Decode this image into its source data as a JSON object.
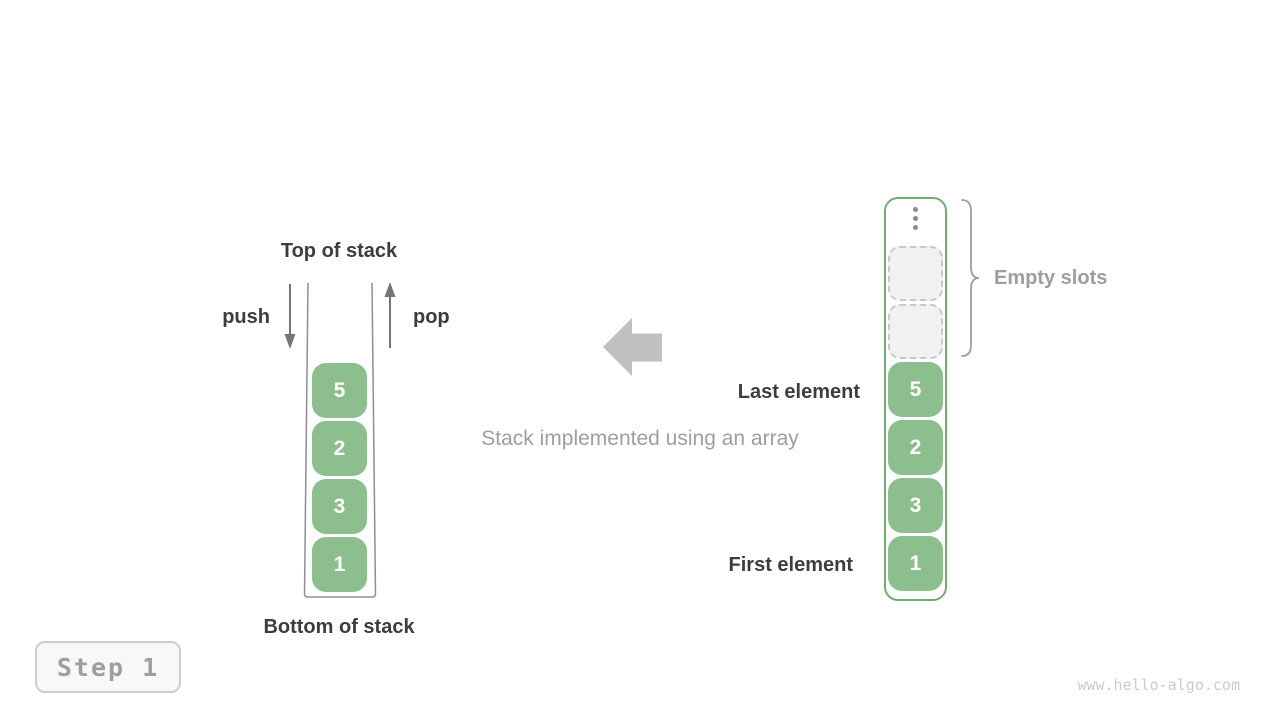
{
  "caption": "Stack implemented using an array",
  "left_stack": {
    "top_label": "Top of stack",
    "bottom_label": "Bottom of stack",
    "push_label": "push",
    "pop_label": "pop",
    "cells": [
      "5",
      "2",
      "3",
      "1"
    ]
  },
  "right_array": {
    "empty_slots_label": "Empty slots",
    "last_element_label": "Last element",
    "first_element_label": "First element",
    "empty_slot_count": 2,
    "cells": [
      "5",
      "2",
      "3",
      "1"
    ]
  },
  "step_badge": "Step 1",
  "watermark": "www.hello-algo.com",
  "colors": {
    "cell_green": "#8dbe8d",
    "array_border_green": "#6fae6f",
    "dark_text": "#3d3d3d",
    "gray_text": "#9e9e9e",
    "arrow_gray": "#757575",
    "big_arrow_gray": "#c0c0c0",
    "empty_slot_fill": "#f1f1f1",
    "empty_slot_border": "#c8c8c8",
    "container_line": "#8f8f8f",
    "background": "#ffffff"
  }
}
